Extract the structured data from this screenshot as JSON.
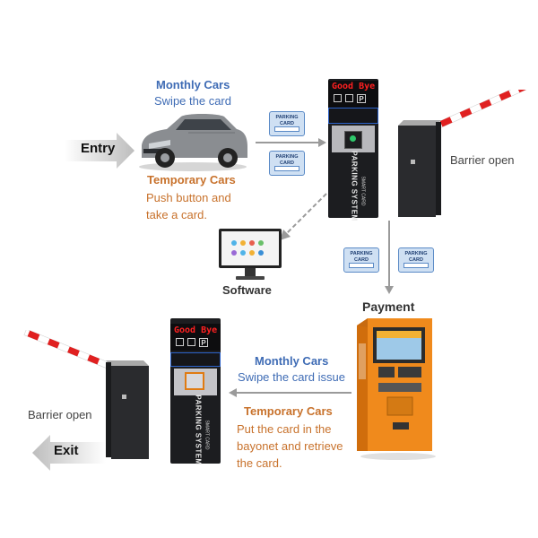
{
  "entry": {
    "label": "Entry",
    "monthly_title": "Monthly Cars",
    "monthly_text": "Swipe the card",
    "temp_title": "Temporary Cars",
    "temp_text": "Push button and take a card."
  },
  "top_terminal": {
    "display": "Good Bye",
    "panel_brand": "PARKING SYSTEM",
    "panel_sub": "SMART CARD",
    "icon_p": "P"
  },
  "cards": {
    "card_line1": "PARKING",
    "card_line2": "CARD"
  },
  "barrier_top": {
    "label": "Barrier open"
  },
  "software": {
    "label": "Software"
  },
  "payment": {
    "label": "Payment"
  },
  "exit_section": {
    "monthly_title": "Monthly Cars",
    "monthly_text": "Swipe the card issue",
    "temp_title": "Temporary Cars",
    "temp_text": "Put the card in the bayonet and retrieve the card."
  },
  "bottom_terminal": {
    "display": "Good Bye",
    "panel_brand": "PARKING SYSTEM",
    "panel_sub": "SMART CARD",
    "icon_p": "P"
  },
  "barrier_bottom": {
    "label": "Barrier open"
  },
  "exit": {
    "label": "Exit"
  },
  "colors": {
    "accent_blue": "#3f6cb5",
    "accent_orange": "#c8722c",
    "kiosk_orange": "#f08a1c",
    "display_red": "#ff2020"
  }
}
